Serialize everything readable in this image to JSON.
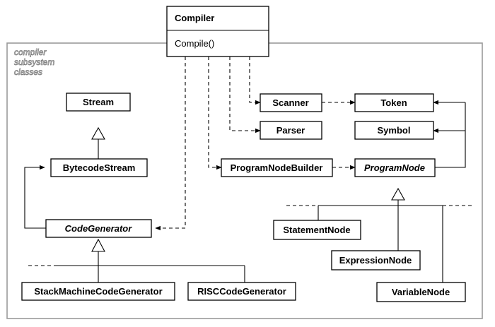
{
  "subsystem": {
    "label_lines": [
      "compiler",
      "subsystem",
      "classes"
    ],
    "frame_color": "#9a9a9a"
  },
  "classes": {
    "compiler": {
      "name": "Compiler",
      "operation": "Compile()"
    },
    "stream": {
      "name": "Stream"
    },
    "bytecode_stream": {
      "name": "BytecodeStream"
    },
    "code_generator": {
      "name": "CodeGenerator"
    },
    "stack_machine_code_generator": {
      "name": "StackMachineCodeGenerator"
    },
    "risc_code_generator": {
      "name": "RISCCodeGenerator"
    },
    "scanner": {
      "name": "Scanner"
    },
    "parser": {
      "name": "Parser"
    },
    "program_node_builder": {
      "name": "ProgramNodeBuilder"
    },
    "token": {
      "name": "Token"
    },
    "symbol": {
      "name": "Symbol"
    },
    "program_node": {
      "name": "ProgramNode"
    },
    "statement_node": {
      "name": "StatementNode"
    },
    "expression_node": {
      "name": "ExpressionNode"
    },
    "variable_node": {
      "name": "VariableNode"
    }
  },
  "relationships": [
    {
      "kind": "dependency",
      "from": "Compiler",
      "to": "Scanner"
    },
    {
      "kind": "dependency",
      "from": "Compiler",
      "to": "Parser"
    },
    {
      "kind": "dependency",
      "from": "Compiler",
      "to": "ProgramNodeBuilder"
    },
    {
      "kind": "dependency",
      "from": "Compiler",
      "to": "CodeGenerator"
    },
    {
      "kind": "dependency",
      "from": "Scanner",
      "to": "Token"
    },
    {
      "kind": "dependency",
      "from": "ProgramNodeBuilder",
      "to": "ProgramNode"
    },
    {
      "kind": "association",
      "from": "ProgramNode",
      "to": "Token"
    },
    {
      "kind": "association",
      "from": "ProgramNode",
      "to": "Symbol"
    },
    {
      "kind": "association",
      "from": "CodeGenerator",
      "to": "BytecodeStream"
    },
    {
      "kind": "generalization",
      "from": "BytecodeStream",
      "to": "Stream"
    },
    {
      "kind": "generalization",
      "from": "StackMachineCodeGenerator",
      "to": "CodeGenerator"
    },
    {
      "kind": "generalization",
      "from": "RISCCodeGenerator",
      "to": "CodeGenerator"
    },
    {
      "kind": "generalization",
      "from": "StatementNode",
      "to": "ProgramNode"
    },
    {
      "kind": "generalization",
      "from": "ExpressionNode",
      "to": "ProgramNode"
    },
    {
      "kind": "generalization",
      "from": "VariableNode",
      "to": "ProgramNode"
    }
  ]
}
